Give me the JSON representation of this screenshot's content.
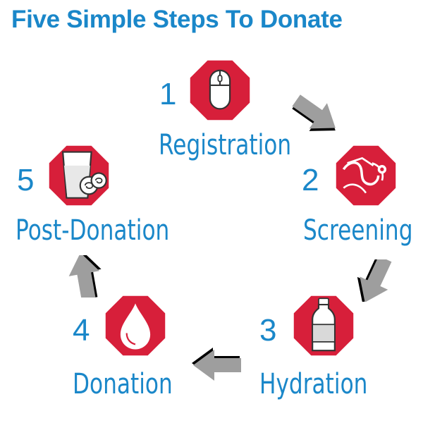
{
  "title": "Five Simple Steps To Donate",
  "colors": {
    "accent": "#1a87c9",
    "stop_red": "#d71f3a",
    "arrow_gray": "#9e9e9e"
  },
  "steps": [
    {
      "number": "1",
      "label": "Registration",
      "icon": "computer-mouse-icon"
    },
    {
      "number": "2",
      "label": "Screening",
      "icon": "stethoscope-icon"
    },
    {
      "number": "3",
      "label": "Hydration",
      "icon": "water-bottle-icon"
    },
    {
      "number": "4",
      "label": "Donation",
      "icon": "blood-drop-icon"
    },
    {
      "number": "5",
      "label": "Post-Donation",
      "icon": "juice-and-cookies-icon"
    }
  ]
}
